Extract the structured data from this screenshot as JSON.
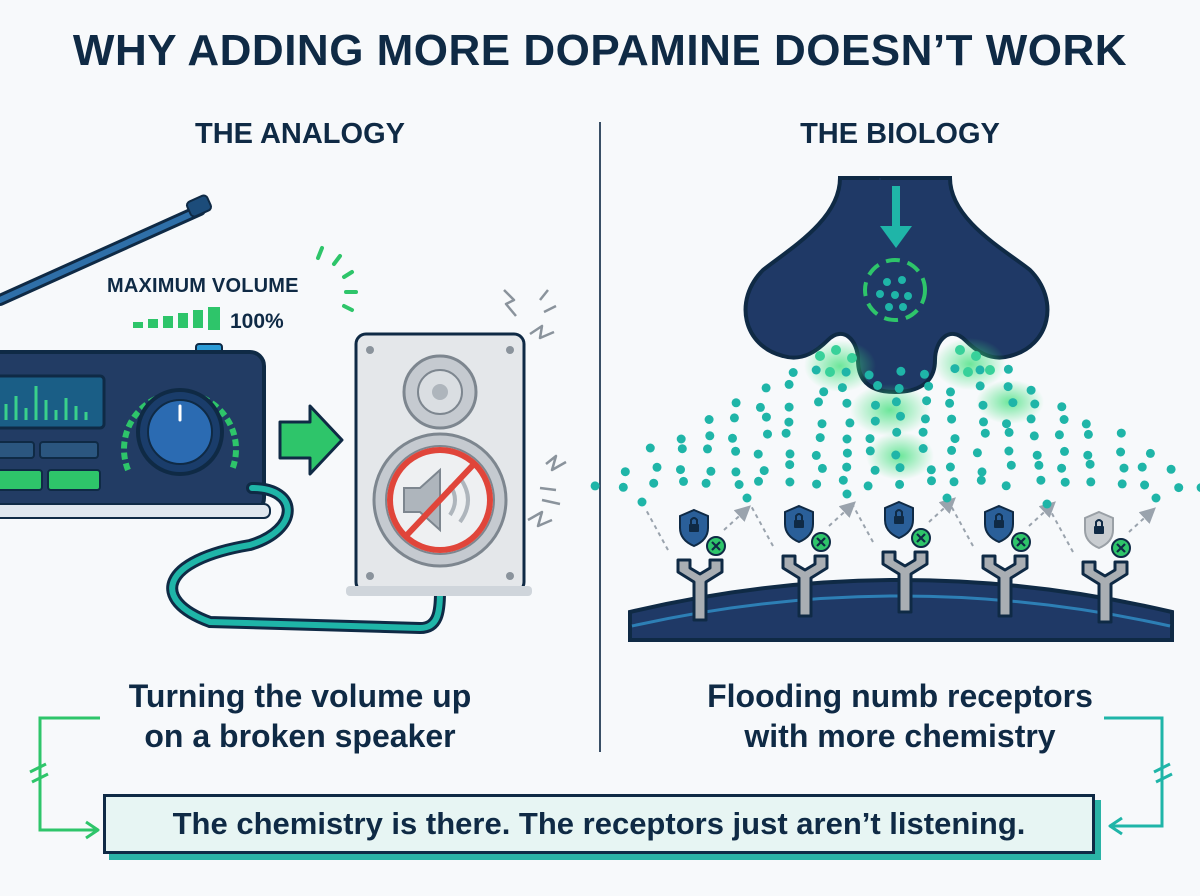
{
  "title": "WHY ADDING MORE DOPAMINE DOESN’T WORK",
  "left": {
    "heading": "THE ANALOGY",
    "volume_label": "MAXIMUM VOLUME",
    "volume_percent_text": "100%",
    "volume_level": 1.0,
    "caption_line1": "Turning the volume up",
    "caption_line2": "on a broken speaker"
  },
  "right": {
    "heading": "THE BIOLOGY",
    "receptor_count": 5,
    "caption_line1": "Flooding numb receptors",
    "caption_line2": "with more chemistry"
  },
  "callout": {
    "text": "The chemistry is there. The receptors just aren’t listening."
  },
  "colors": {
    "navy": "#0f2a45",
    "panel": "#203a63",
    "green": "#27c26b",
    "teal": "#1fb5a8",
    "red": "#e0453a",
    "gray": "#b8bcc1"
  },
  "icons": [
    "radio-icon",
    "speaker-icon",
    "mute-icon",
    "arrow-right-icon",
    "lock-icon",
    "x-badge-icon",
    "receptor-icon",
    "neuron-terminal-icon"
  ]
}
